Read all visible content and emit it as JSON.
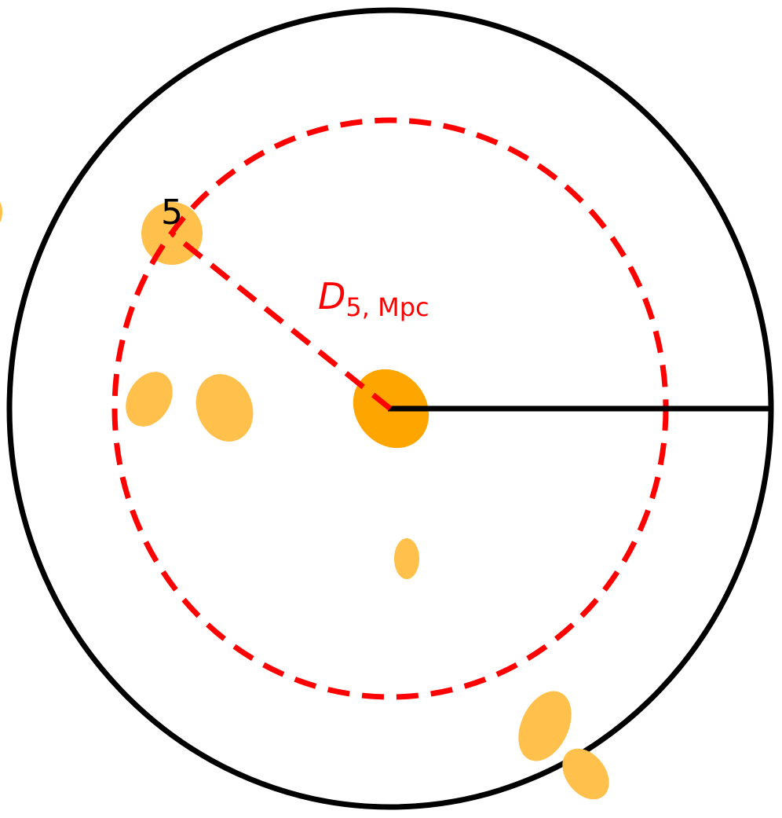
{
  "labels": {
    "neighbor_rank": "5",
    "distance_symbol": "D",
    "distance_subscript": "5, Mpc"
  },
  "colors": {
    "outer_circle": "#000000",
    "neighbor_circle": "#FF0000",
    "central_galaxy": "#FFA500",
    "other_galaxies": "#FFC04C",
    "label_text": "#FF0000"
  }
}
